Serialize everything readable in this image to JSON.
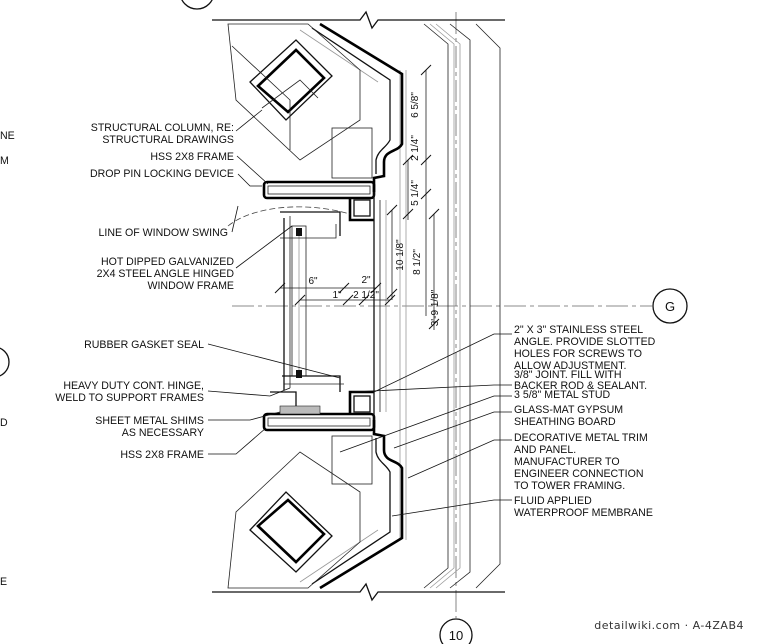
{
  "labels_left": [
    "STRUCTURAL COLUMN, RE:",
    "STRUCTURAL DRAWINGS",
    "HSS 2X8 FRAME",
    "DROP PIN LOCKING DEVICE",
    "LINE OF WINDOW SWING",
    "HOT DIPPED GALVANIZED",
    "2X4 STEEL ANGLE HINGED",
    "WINDOW FRAME",
    "RUBBER GASKET SEAL",
    "HEAVY DUTY CONT. HINGE,",
    "WELD TO SUPPORT FRAMES",
    "SHEET METAL SHIMS",
    "AS NECESSARY",
    "HSS 2X8 FRAME"
  ],
  "labels_right": [
    "2\" X 3\" STAINLESS STEEL",
    "ANGLE. PROVIDE SLOTTED",
    "HOLES FOR SCREWS TO",
    "ALLOW ADJUSTMENT.",
    "3/8\" JOINT. FILL WITH",
    "BACKER ROD & SEALANT.",
    "3 5/8\" METAL STUD",
    "GLASS-MAT GYPSUM",
    "SHEATHING BOARD",
    "DECORATIVE METAL TRIM",
    "AND PANEL.",
    "MANUFACTURER TO",
    "ENGINEER CONNECTION",
    "TO TOWER FRAMING.",
    "FLUID APPLIED",
    "WATERPROOF MEMBRANE"
  ],
  "dimensions": [
    "6 5/8\"",
    "2 1/4\"",
    "5 1/4\"",
    "10 1/8\"",
    "8 1/2\"",
    "3'-9 1/8\"",
    "6\"",
    "2\"",
    "1\"",
    "2 1/2\""
  ],
  "grid_bubbles": [
    "G",
    "10"
  ],
  "edge_fragments": [
    "NE",
    "M",
    "D",
    "E"
  ],
  "watermark": "detailwiki.com · A-4ZAB4"
}
